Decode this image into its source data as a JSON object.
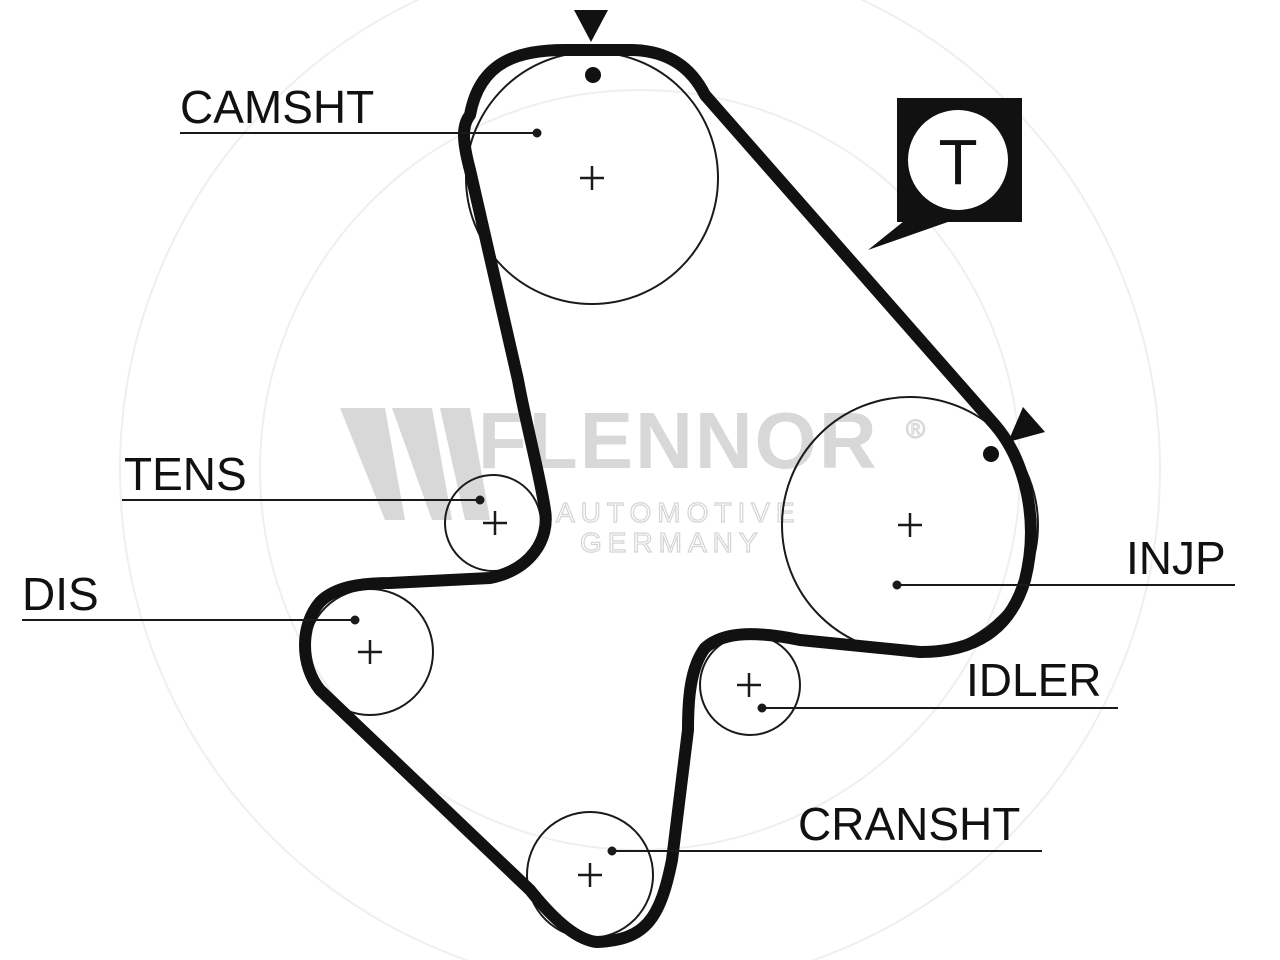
{
  "labels": {
    "camshaft": "CAMSHT",
    "tensioner": "TENS",
    "distributor": "DIS",
    "injection_pump": "INJP",
    "idler": "IDLER",
    "crankshaft": "CRANSHT"
  },
  "tension_badge": "T",
  "watermark": {
    "name": "FLENNOR",
    "registered": "®",
    "line1": "AUTOMOTIVE",
    "line2": "GERMANY"
  }
}
